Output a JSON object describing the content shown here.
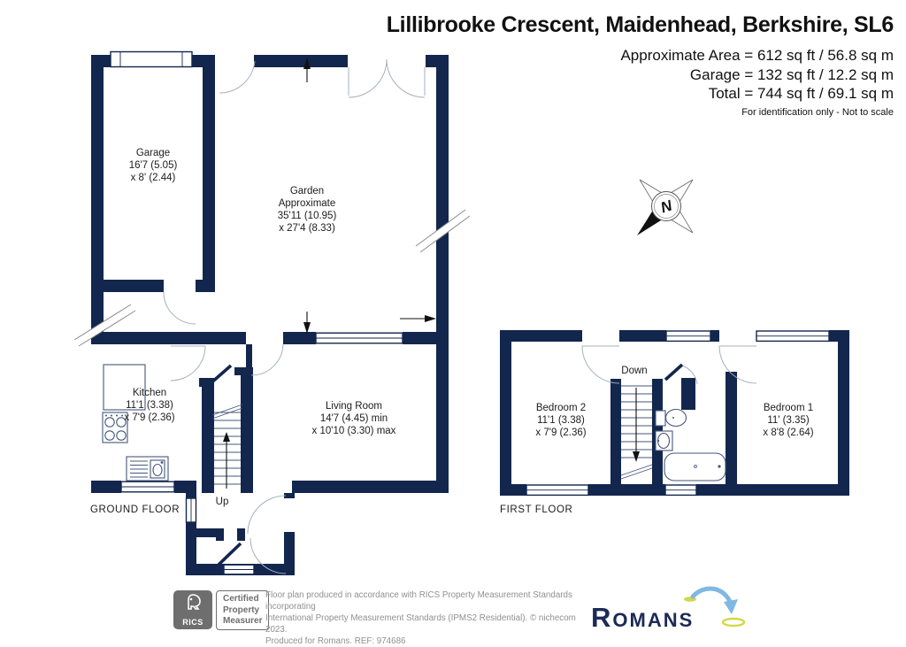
{
  "header": {
    "title": "Lillibrooke Crescent, Maidenhead, Berkshire, SL6",
    "area_line1": "Approximate Area = 612 sq ft / 56.8 sq m",
    "area_line2": "Garage = 132 sq ft / 12.2 sq m",
    "area_line3": "Total = 744 sq ft / 69.1 sq m",
    "note": "For identification only - Not to scale"
  },
  "plan": {
    "ground": {
      "label": "GROUND FLOOR",
      "up": "Up",
      "rooms": {
        "garage": {
          "name": "Garage",
          "dim1": "16'7 (5.05)",
          "dim2": "x 8' (2.44)"
        },
        "garden": {
          "name": "Garden",
          "line2": "Approximate",
          "dim1": "35'11 (10.95)",
          "dim2": "x 27'4 (8.33)"
        },
        "kitchen": {
          "name": "Kitchen",
          "dim1": "11'1 (3.38)",
          "dim2": "x 7'9 (2.36)"
        },
        "living": {
          "name": "Living Room",
          "dim1": "14'7 (4.45) min",
          "dim2": "x 10'10 (3.30) max"
        }
      }
    },
    "first": {
      "label": "FIRST FLOOR",
      "down": "Down",
      "rooms": {
        "bedroom2": {
          "name": "Bedroom 2",
          "dim1": "11'1 (3.38)",
          "dim2": "x 7'9 (2.36)"
        },
        "bedroom1": {
          "name": "Bedroom 1",
          "dim1": "11' (3.35)",
          "dim2": "x 8'8 (2.64)"
        }
      }
    },
    "compass_n": "N"
  },
  "footer": {
    "rics": "RICS",
    "badge_line1": "Certified",
    "badge_line2": "Property",
    "badge_line3": "Measurer",
    "disclaimer1": "Floor plan produced in accordance with RICS Property Measurement Standards incorporating",
    "disclaimer2": "International Property Measurement Standards (IPMS2 Residential).  © nichecom 2023.",
    "disclaimer3": "Produced for Romans.  REF: 974686",
    "brand": "Romans"
  },
  "colors": {
    "wall_navy": "#13264d",
    "brand_navy": "#1b2a56",
    "arrow_blue": "#7fb8e3",
    "ellipse_yellow": "#d2d847",
    "badge_gray": "#6e6e6e"
  }
}
